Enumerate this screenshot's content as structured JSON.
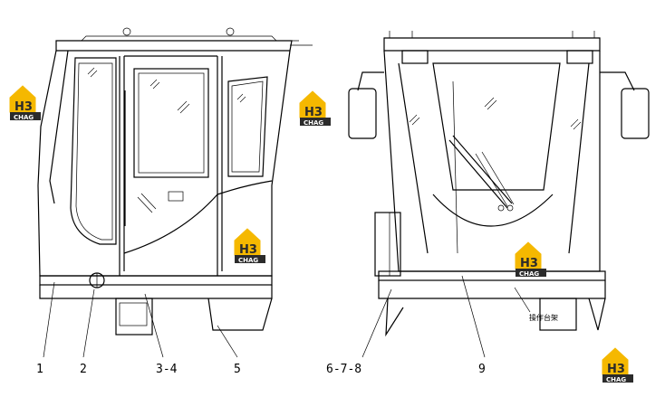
{
  "callouts": [
    "1",
    "2",
    "3-4",
    "5",
    "6-7-8",
    "9"
  ],
  "annotation": "操作台架",
  "logo": {
    "letters": "H3",
    "text": "CHAG",
    "colors": {
      "yellow": "#f5b800",
      "dark": "#2b2b2b",
      "white": "#ffffff"
    }
  },
  "icons": [
    "logo-icon"
  ]
}
